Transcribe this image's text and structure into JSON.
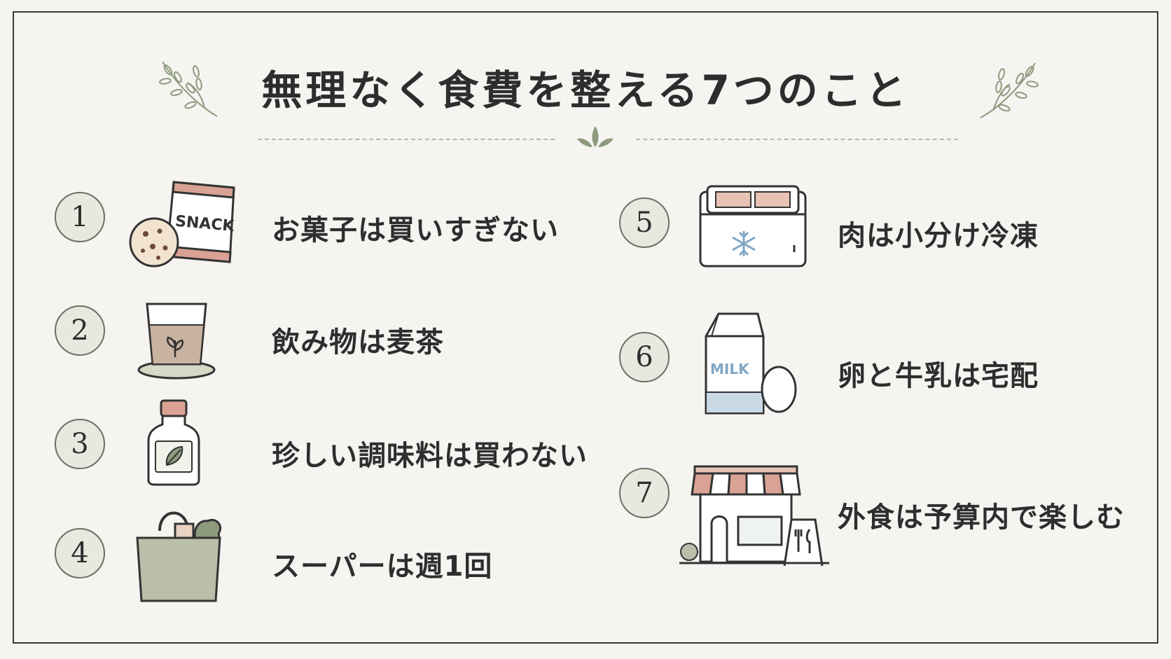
{
  "title": "無理なく食費を整える7つのこと",
  "items": [
    {
      "number": "1",
      "label": "お菓子は買いすぎない",
      "icon": "snack-cookie-icon"
    },
    {
      "number": "2",
      "label": "飲み物は麦茶",
      "icon": "tea-glass-icon"
    },
    {
      "number": "3",
      "label": "珍しい調味料は買わない",
      "icon": "seasoning-bottle-icon"
    },
    {
      "number": "4",
      "label": "スーパーは週1回",
      "icon": "shopping-bag-icon"
    },
    {
      "number": "5",
      "label": "肉は小分け冷凍",
      "icon": "freezer-box-icon"
    },
    {
      "number": "6",
      "label": "卵と牛乳は宅配",
      "icon": "milk-egg-icon"
    },
    {
      "number": "7",
      "label": "外食は予算内で楽しむ",
      "icon": "restaurant-icon"
    }
  ],
  "illustration_text": {
    "snack": "SNACK",
    "milk": "MILK"
  },
  "colors": {
    "background": "#f6f4f1",
    "badge_fill": "#e9e8df",
    "leaf": "#8d9a7e",
    "accent_pink": "#d9a294",
    "bag_green": "#b9bfa8",
    "milk_blue": "#c9d9e6"
  }
}
